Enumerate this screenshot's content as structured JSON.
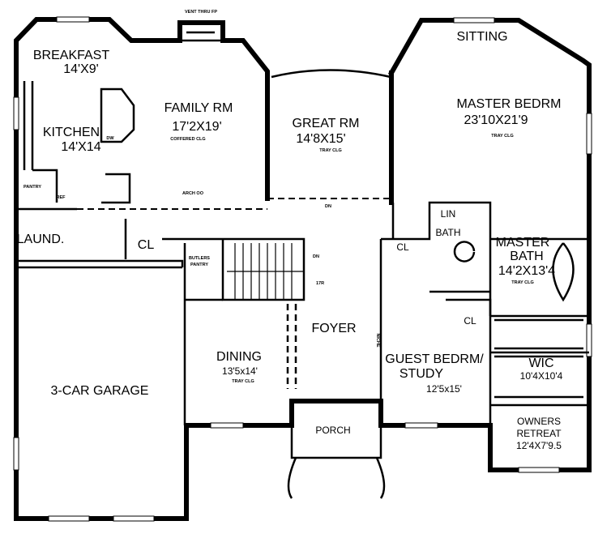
{
  "rooms": {
    "breakfast": {
      "name": "BREAKFAST",
      "size": "14'X9'"
    },
    "kitchen": {
      "name": "KITCHEN",
      "size": "14'X14"
    },
    "family": {
      "name": "FAMILY RM",
      "size": "17'2X19'",
      "note": "COFFERED CLG"
    },
    "great": {
      "name": "GREAT RM",
      "size": "14'8X15'",
      "note": "TRAY CLG"
    },
    "sitting": {
      "name": "SITTING"
    },
    "master_bed": {
      "name": "MASTER BEDRM",
      "size": "23'10X21'9",
      "note": "TRAY CLG"
    },
    "master_bath": {
      "name1": "MASTER",
      "name2": "BATH",
      "size": "14'2X13'4",
      "note": "TRAY CLG"
    },
    "laundry": {
      "name": "LAUND."
    },
    "garage": {
      "name": "3-CAR GARAGE"
    },
    "dining": {
      "name": "DINING",
      "size": "13'5x14'",
      "note": "TRAY CLG"
    },
    "foyer": {
      "name": "FOYER"
    },
    "porch": {
      "name": "PORCH"
    },
    "guest": {
      "name1": "GUEST BEDRM/",
      "name2": "STUDY",
      "size": "12'5x15'"
    },
    "wic": {
      "name": "WIC",
      "size": "10'4X10'4"
    },
    "owners": {
      "name1": "OWNERS",
      "name2": "RETREAT",
      "size": "12'4X7'9.5"
    }
  },
  "notes": {
    "vent": "VENT THRU FP",
    "arch": "ARCH OO",
    "dn1": "DN",
    "dn2": "DN",
    "pantry": "PANTRY",
    "ref": "REF",
    "dw": "DW",
    "butlers1": "BUTLERS",
    "butlers2": "PANTRY",
    "risers": "17R",
    "cl_garage": "CL",
    "cl_hall": "CL",
    "cl_guest": "CL",
    "lin": "LIN",
    "bath": "BATH",
    "niche": "NICHE"
  }
}
